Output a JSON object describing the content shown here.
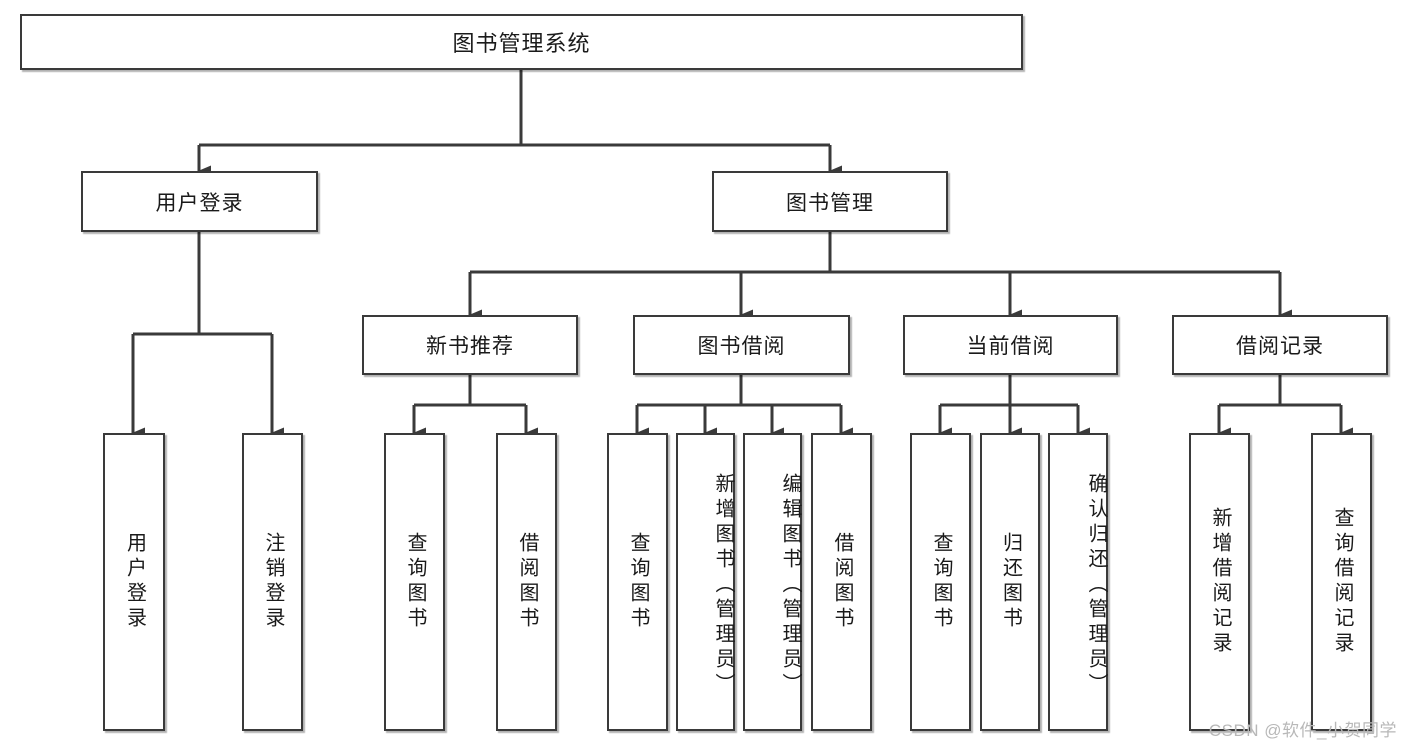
{
  "diagram": {
    "title": "图书管理系统",
    "type": "hierarchy-tree",
    "root": {
      "label": "图书管理系统"
    },
    "level2": [
      {
        "label": "用户登录"
      },
      {
        "label": "图书管理"
      }
    ],
    "level3": [
      {
        "label": "新书推荐"
      },
      {
        "label": "图书借阅"
      },
      {
        "label": "当前借阅"
      },
      {
        "label": "借阅记录"
      }
    ],
    "leaves": {
      "user_login": [
        {
          "label": "用户登录"
        },
        {
          "label": "注销登录"
        }
      ],
      "new_book_recommend": [
        {
          "label": "查询图书"
        },
        {
          "label": "借阅图书"
        }
      ],
      "book_borrow": [
        {
          "label": "查询图书"
        },
        {
          "label": "新增图书（管理员）"
        },
        {
          "label": "编辑图书（管理员）"
        },
        {
          "label": "借阅图书"
        }
      ],
      "current_borrow": [
        {
          "label": "查询图书"
        },
        {
          "label": "归还图书"
        },
        {
          "label": "确认归还（管理员）"
        }
      ],
      "borrow_record": [
        {
          "label": "新增借阅记录"
        },
        {
          "label": "查询借阅记录"
        }
      ]
    }
  },
  "watermark": {
    "text": "CSDN @软件_小贺同学"
  },
  "colors": {
    "border": "#3a3a3a",
    "text": "#1a1a1a",
    "background": "#ffffff",
    "watermark": "#b8b8b8"
  }
}
